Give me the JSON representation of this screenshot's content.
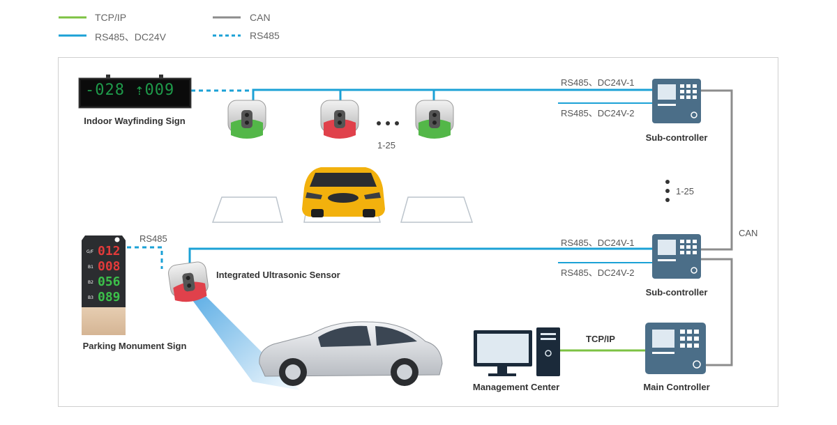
{
  "legend": [
    {
      "label": "TCP/IP",
      "color": "#7cc242",
      "style": "solid"
    },
    {
      "label": "CAN",
      "color": "#8c8c8c",
      "style": "solid"
    },
    {
      "label": "RS485、DC24V",
      "color": "#1ba1d6",
      "style": "solid"
    },
    {
      "label": "RS485",
      "color": "#1ba1d6",
      "style": "dashed"
    }
  ],
  "colors": {
    "tcp": "#7cc242",
    "can": "#8c8c8c",
    "rs485": "#1ba1d6",
    "sensor_green": "#53b748",
    "sensor_red": "#e0414b",
    "controller": "#4b6e88",
    "car_yellow": "#f2b10d"
  },
  "devices": {
    "wayfinding": {
      "label": "Indoor Wayfinding Sign",
      "display": "-028 ⇡009"
    },
    "monument": {
      "label": "Parking Monument Sign",
      "floors": [
        {
          "tag": "G/F",
          "value": "012",
          "color": "#e23a3a"
        },
        {
          "tag": "B1",
          "value": "008",
          "color": "#e23a3a"
        },
        {
          "tag": "B2",
          "value": "056",
          "color": "#3cc04a"
        },
        {
          "tag": "B3",
          "value": "089",
          "color": "#3cc04a"
        }
      ]
    },
    "sensor": {
      "label": "Integrated Ultrasonic Sensor"
    },
    "sub_controller_top": {
      "label": "Sub-controller"
    },
    "sub_controller_bottom": {
      "label": "Sub-controller"
    },
    "main_controller": {
      "label": "Main Controller"
    },
    "management": {
      "label": "Management Center"
    }
  },
  "links": {
    "sensor_range": "1-25",
    "subcontroller_range": "1-25",
    "top_bus1": "RS485、DC24V-1",
    "top_bus2": "RS485、DC24V-2",
    "bottom_bus1": "RS485、DC24V-1",
    "bottom_bus2": "RS485、DC24V-2",
    "can": "CAN",
    "monument_link": "RS485",
    "tcp": "TCP/IP"
  }
}
